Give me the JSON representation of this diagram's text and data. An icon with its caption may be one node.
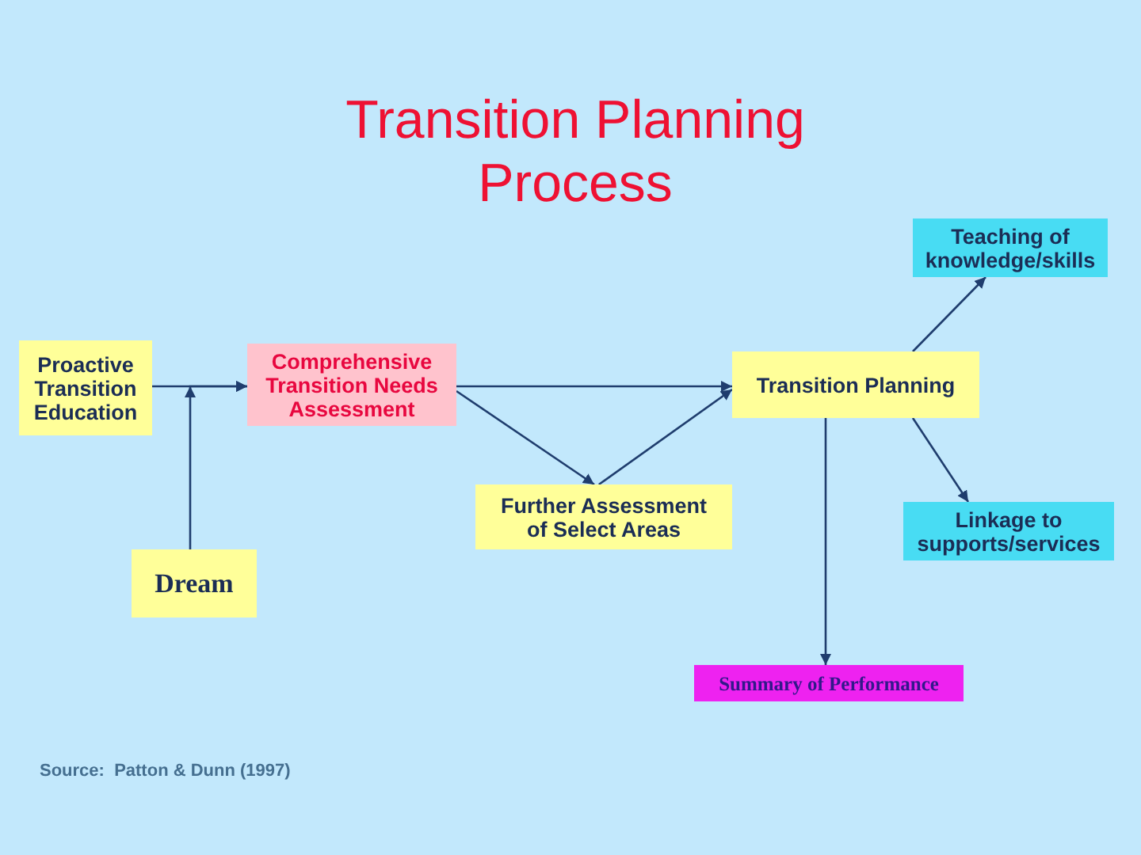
{
  "diagram": {
    "title": "Transition Planning Process",
    "nodes": [
      {
        "text": [
          "Proactive Transition Education"
        ]
      },
      {
        "text": [
          "Comprehensive Transition Needs Assessment"
        ]
      },
      {
        "text": [
          "Dream"
        ]
      },
      {
        "text": [
          "Further Assessment of Select Areas"
        ]
      },
      {
        "text": [
          "Transition Planning"
        ]
      },
      {
        "text": [
          "Teaching of knowledge/skills"
        ]
      },
      {
        "text": [
          "Linkage to supports/services"
        ]
      },
      {
        "text": [
          "Summary of Performance"
        ]
      }
    ],
    "edges": [
      {
        "from": 0,
        "to": 1,
        "arrow": "to"
      },
      {
        "from": 2,
        "to": 1,
        "arrow": "to"
      },
      {
        "from": 1,
        "to": 4,
        "arrow": "to"
      },
      {
        "from": 1,
        "to": 3,
        "arrow": "to"
      },
      {
        "from": 3,
        "to": 4,
        "arrow": "to"
      },
      {
        "from": 4,
        "to": 5,
        "arrow": "to"
      },
      {
        "from": 4,
        "to": 6,
        "arrow": "to"
      },
      {
        "from": 4,
        "to": 7,
        "arrow": "to"
      }
    ],
    "labels": [
      "Source:  Patton & Dunn (1997)"
    ]
  }
}
